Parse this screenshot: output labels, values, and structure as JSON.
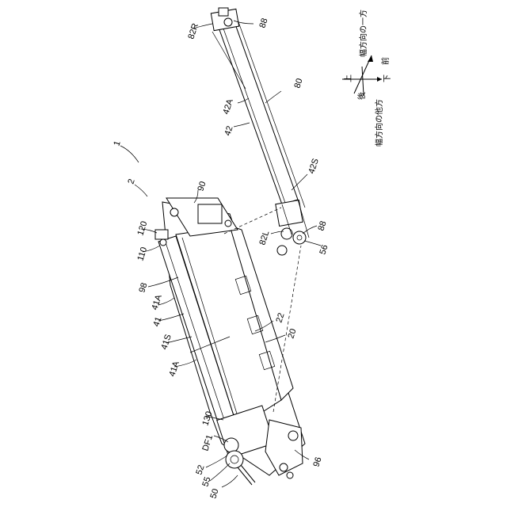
{
  "labels": {
    "l_1": "1",
    "l_2": "2",
    "l_90": "90",
    "l_120": "120",
    "l_110": "110",
    "l_98": "98",
    "l_41A_top": "41A",
    "l_41": "41",
    "l_41S": "41S",
    "l_41A_bottom": "41A",
    "l_22": "22",
    "l_20": "20",
    "l_130": "130",
    "l_DF1": "DF1",
    "l_52": "52",
    "l_55": "55",
    "l_50": "50",
    "l_96": "96",
    "l_82R": "82R",
    "l_88_top": "88",
    "l_80": "80",
    "l_42A": "42A",
    "l_42": "42",
    "l_42S": "42S",
    "l_82L": "82L",
    "l_88_bottom": "88",
    "l_56": "56"
  },
  "orientation": {
    "width_one": "幅方向の一方",
    "front": "前",
    "up": "上",
    "down": "下",
    "rear": "後",
    "width_other": "幅方向の他方"
  }
}
